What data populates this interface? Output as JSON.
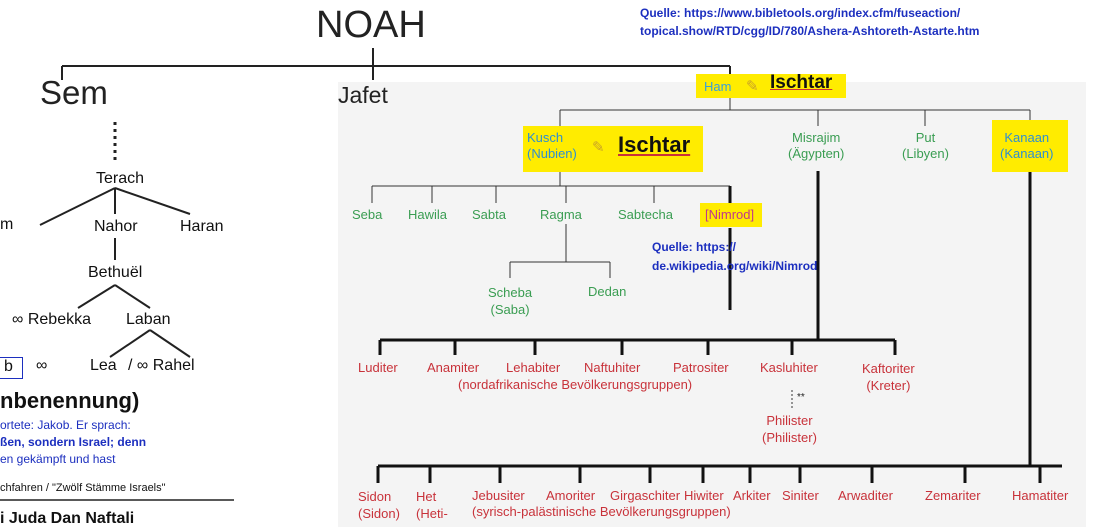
{
  "header": {
    "title": "NOAH",
    "source_top": "Quelle: https://www.bibletools.org/index.cfm/fuseaction/\ntopical.show/RTD/cgg/ID/780/Ashera-Ashtoreth-Astarte.htm"
  },
  "sons": {
    "sem": "Sem",
    "jafet": "Jafet",
    "ham": "Ham",
    "ham_goddess": "Ischtar"
  },
  "left": {
    "dots": ":",
    "terach": "Terach",
    "abram_partial": "m",
    "nahor": "Nahor",
    "haran": "Haran",
    "bethuel": "Bethuël",
    "rebekka": "∞ Rebekka",
    "laban": "Laban",
    "jakob_partial": "b",
    "marriage": "∞",
    "lea": "Lea",
    "rahel": "/ ∞ Rahel",
    "heading_partial": "nbenennung)",
    "text1": "ortete: Jakob. Er sprach:",
    "text2": "ßen, sondern Israel; denn",
    "text3": "en gekämpft und hast",
    "text4": "chfahren / \"Zwölf Stämme Israels\"",
    "bottom_partial": "i   Juda   Dan   Naftali"
  },
  "ham_line": {
    "kusch": "Kusch\n(Nubien)",
    "kusch_goddess": "Ischtar",
    "misrajim": "Misrajim\n(Ägypten)",
    "put": "Put\n(Libyen)",
    "kanaan": "Kanaan\n(Kanaan)",
    "kusch_sons": [
      "Seba",
      "Hawila",
      "Sabta",
      "Ragma",
      "Sabtecha",
      "[Nimrod]"
    ],
    "source_mid": "Quelle: https://\nde.wikipedia.org/wiki/Nimrod",
    "ragma_sons": [
      "Scheba\n(Saba)",
      "Dedan"
    ],
    "misrajim_sons": [
      "Luditer",
      "Anamiter",
      "Lehabiter",
      "Naftuhiter",
      "Patrositer",
      "Kasluhiter",
      "Kaftoriter\n(Kreter)"
    ],
    "misrajim_group": "(nordafrikanische Bevölkerungsgruppen)",
    "asterisk": "**",
    "philister": "Philister\n(Philister)",
    "kanaan_sons": [
      "Sidon\n(Sidon)",
      "Het\n(Heti-",
      "Jebusiter",
      "Amoriter",
      "Girgaschiter",
      "Hiwiter",
      "Arkiter",
      "Siniter",
      "Arwaditer",
      "Zemariter",
      "Hamatiter"
    ],
    "kanaan_group": "(syrisch-palästinische Bevölkerungsgruppen)"
  }
}
